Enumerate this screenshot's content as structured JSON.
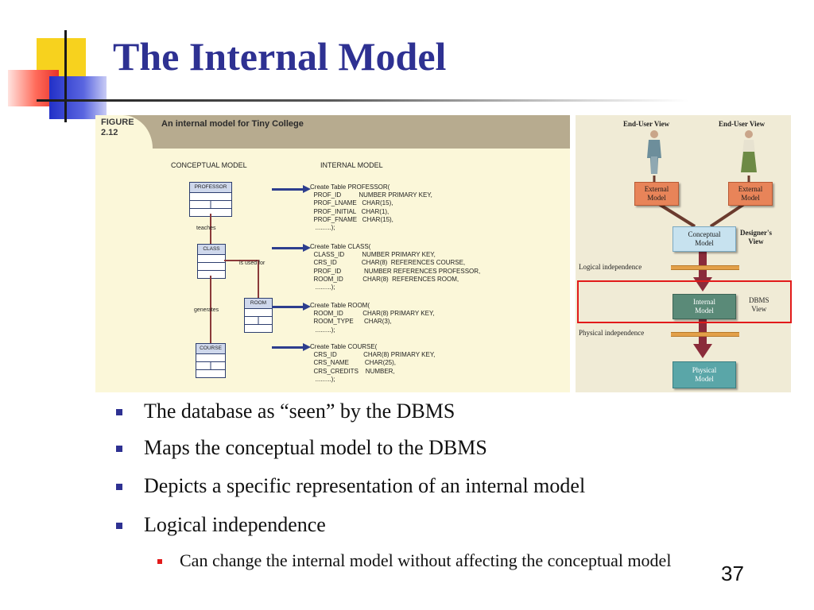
{
  "slide": {
    "title": "The Internal Model",
    "page_number": "37"
  },
  "figure_left": {
    "figure_no": "FIGURE\n2.12",
    "caption": "An internal model for Tiny College",
    "col_conceptual": "CONCEPTUAL MODEL",
    "col_internal": "INTERNAL MODEL",
    "entities": {
      "professor": "PROFESSOR",
      "class": "CLASS",
      "room": "ROOM",
      "course": "COURSE"
    },
    "relationships": {
      "teaches": "teaches",
      "is_used_for": "is used for",
      "generates": "generates"
    },
    "code_blocks": [
      "Create Table PROFESSOR(\n  PROF_ID          NUMBER PRIMARY KEY,\n  PROF_LNAME   CHAR(15),\n  PROF_INITIAL   CHAR(1),\n  PROF_FNAME   CHAR(15),\n   .........);",
      "Create Table CLASS(\n  CLASS_ID          NUMBER PRIMARY KEY,\n  CRS_ID              CHAR(8)  REFERENCES COURSE,\n  PROF_ID             NUMBER REFERENCES PROFESSOR,\n  ROOM_ID           CHAR(8)  REFERENCES ROOM,\n   .........);",
      "Create Table ROOM(\n  ROOM_ID           CHAR(8) PRIMARY KEY,\n  ROOM_TYPE      CHAR(3),\n   .........);",
      "Create Table COURSE(\n  CRS_ID               CHAR(8) PRIMARY KEY,\n  CRS_NAME         CHAR(25),\n  CRS_CREDITS    NUMBER,\n   .........);"
    ]
  },
  "figure_right": {
    "end_user_view_1": "End-User View",
    "end_user_view_2": "End-User View",
    "external_model_1": "External\nModel",
    "external_model_2": "External\nModel",
    "conceptual_model": "Conceptual\nModel",
    "designers_view": "Designer's\nView",
    "logical_independence": "Logical independence",
    "internal_model": "Internal\nModel",
    "dbms_view": "DBMS\nView",
    "physical_independence": "Physical independence",
    "physical_model": "Physical\nModel"
  },
  "bullets": [
    "The database as “seen” by the DBMS",
    "Maps the conceptual model to the DBMS",
    "Depicts a specific representation of an internal model",
    "Logical independence"
  ],
  "sub_bullets": [
    "Can change the internal model without affecting the conceptual model"
  ],
  "colors": {
    "title": "#2e3192",
    "bullet": "#2e3192",
    "sub_bullet": "#e21a1a",
    "highlight": "#e21a1a"
  }
}
